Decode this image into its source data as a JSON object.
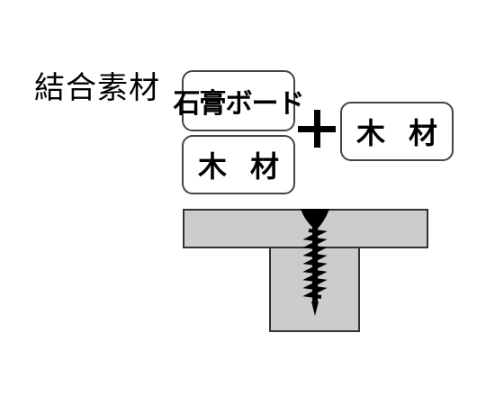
{
  "diagram": {
    "title": "結合素材",
    "materials_left": [
      "石膏ボード",
      "木材"
    ],
    "operator": "+",
    "materials_right": [
      "木材"
    ],
    "colors": {
      "text": "#000000",
      "box_border": "#444444",
      "board_fill": "#cccccc",
      "board_stroke": "#333333",
      "screw": "#000000"
    }
  }
}
